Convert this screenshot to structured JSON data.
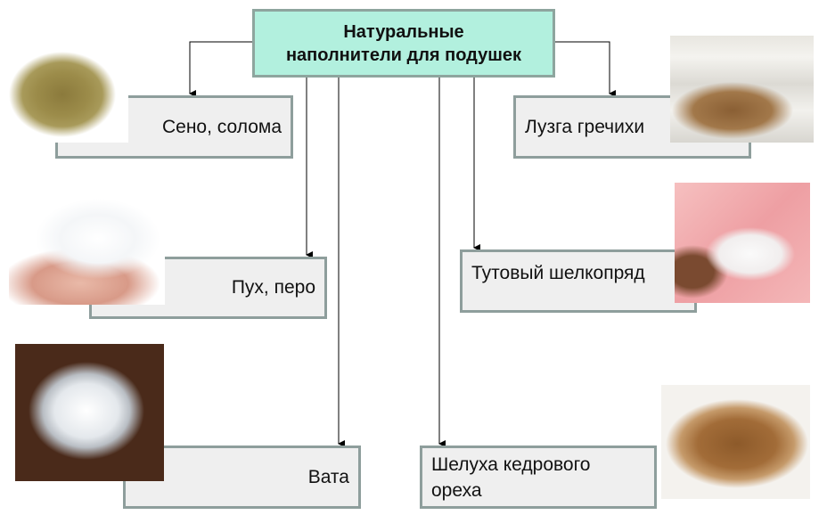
{
  "title": {
    "line1": "Натуральные",
    "line2": "наполнители для подушек"
  },
  "items": [
    {
      "label": "Сено, солома",
      "image": "hay-image"
    },
    {
      "label": "Лузга гречихи",
      "image": "buckwheat-husk-image"
    },
    {
      "label": "Пух, перо",
      "image": "down-feather-image"
    },
    {
      "label": "Тутовый шелкопряд",
      "image": "mulberry-silk-image"
    },
    {
      "label": "Вата",
      "image": "cotton-wool-image"
    },
    {
      "label": "Шелуха кедрового ореха",
      "image": "cedar-nut-husk-image"
    }
  ],
  "colors": {
    "title_fill": "#b2f0de",
    "box_fill": "#efefef",
    "border": "#8e9e9c"
  }
}
